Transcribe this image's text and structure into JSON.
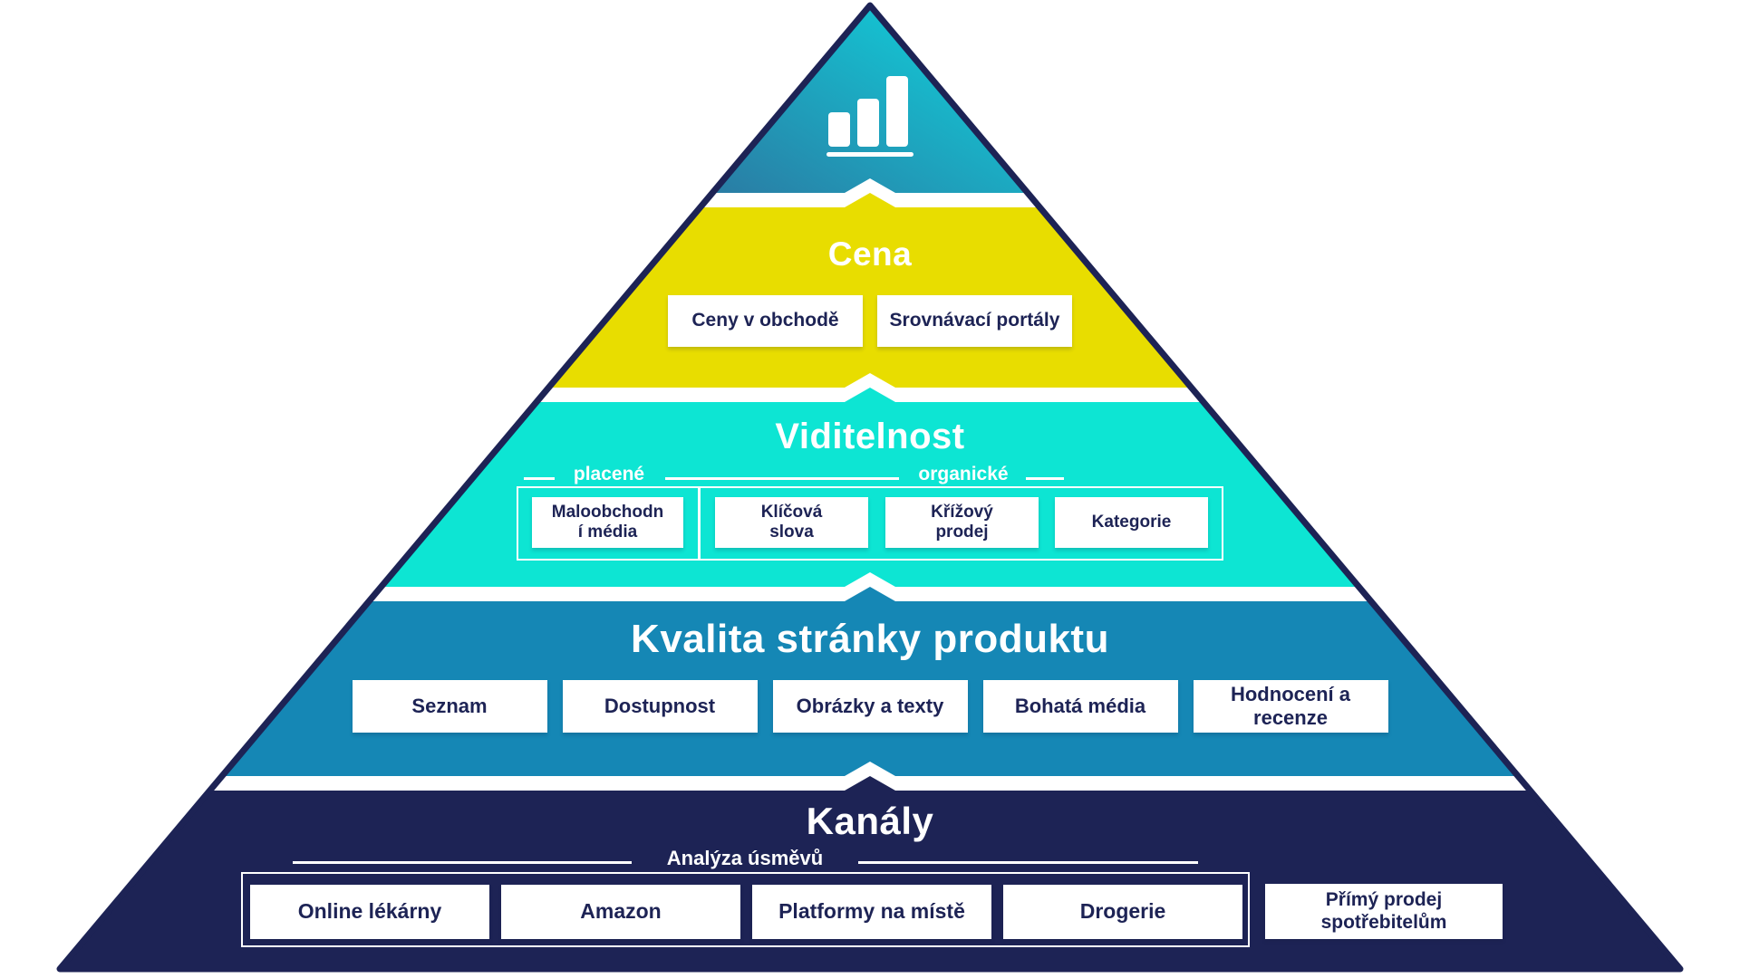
{
  "diagram": {
    "type": "pyramid",
    "levels": [
      {
        "name": "top",
        "icon": "bar-chart-icon"
      },
      {
        "name": "cena",
        "title": "Cena",
        "items": [
          "Ceny v obchodě",
          "Srovnávací portály"
        ]
      },
      {
        "name": "viditelnost",
        "title": "Viditelnost",
        "groups": [
          {
            "label": "placené",
            "items": [
              "Maloobchodn\ní média"
            ]
          },
          {
            "label": "organické",
            "items": [
              "Klíčová\nslova",
              "Křížový\nprodej",
              "Kategorie"
            ]
          }
        ]
      },
      {
        "name": "kvalita",
        "title": "Kvalita stránky produktu",
        "items": [
          "Seznam",
          "Dostupnost",
          "Obrázky a texty",
          "Bohatá média",
          "Hodnocení a\nrecenze"
        ]
      },
      {
        "name": "kanaly",
        "title": "Kanály",
        "group_label": "Analýza úsměvů",
        "grouped_items": [
          "Online lékárny",
          "Amazon",
          "Platformy na místě",
          "Drogerie"
        ],
        "ungrouped_item": "Přímý prodej\nspotřebitelům"
      }
    ],
    "colors": {
      "top_gradient_dark": "#2A7CA4",
      "top_gradient_light": "#0ED7DF",
      "cena": "#E8DD00",
      "viditelnost": "#0DE5D3",
      "kvalita": "#1587B5",
      "kanaly": "#1D2355",
      "outline": "#1D2355",
      "item_text": "#1D2355",
      "item_bg": "#FFFFFF"
    }
  }
}
